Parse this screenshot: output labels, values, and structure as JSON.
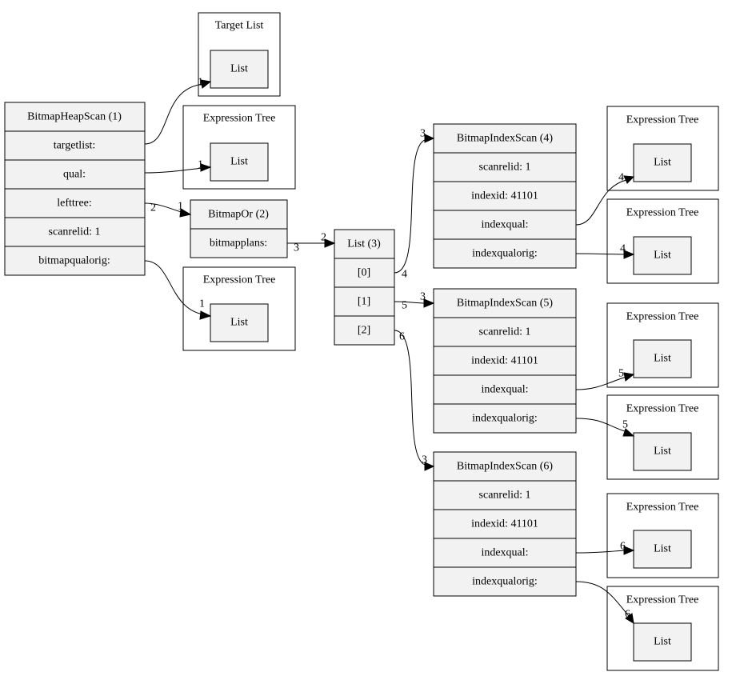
{
  "heap_scan": {
    "title": "BitmapHeapScan (1)",
    "fields": [
      "targetlist:",
      "qual:",
      "lefttree:",
      "scanrelid: 1",
      "bitmapqualorig:"
    ]
  },
  "bitmap_or": {
    "title": "BitmapOr (2)",
    "fields": [
      "bitmapplans:"
    ]
  },
  "list3": {
    "title": "List (3)",
    "items": [
      "[0]",
      "[1]",
      "[2]"
    ]
  },
  "index_scans": [
    {
      "title": "BitmapIndexScan (4)",
      "fields": [
        "scanrelid: 1",
        "indexid: 41101",
        "indexqual:",
        "indexqualorig:"
      ]
    },
    {
      "title": "BitmapIndexScan (5)",
      "fields": [
        "scanrelid: 1",
        "indexid: 41101",
        "indexqual:",
        "indexqualorig:"
      ]
    },
    {
      "title": "BitmapIndexScan (6)",
      "fields": [
        "scanrelid: 1",
        "indexid: 41101",
        "indexqual:",
        "indexqualorig:"
      ]
    }
  ],
  "clusters": {
    "target_list": "Target List",
    "expression_tree": "Expression Tree",
    "list_node": "List"
  },
  "port_labels": {
    "one": "1",
    "two": "2",
    "three": "3",
    "four": "4",
    "five": "5",
    "six": "6"
  }
}
